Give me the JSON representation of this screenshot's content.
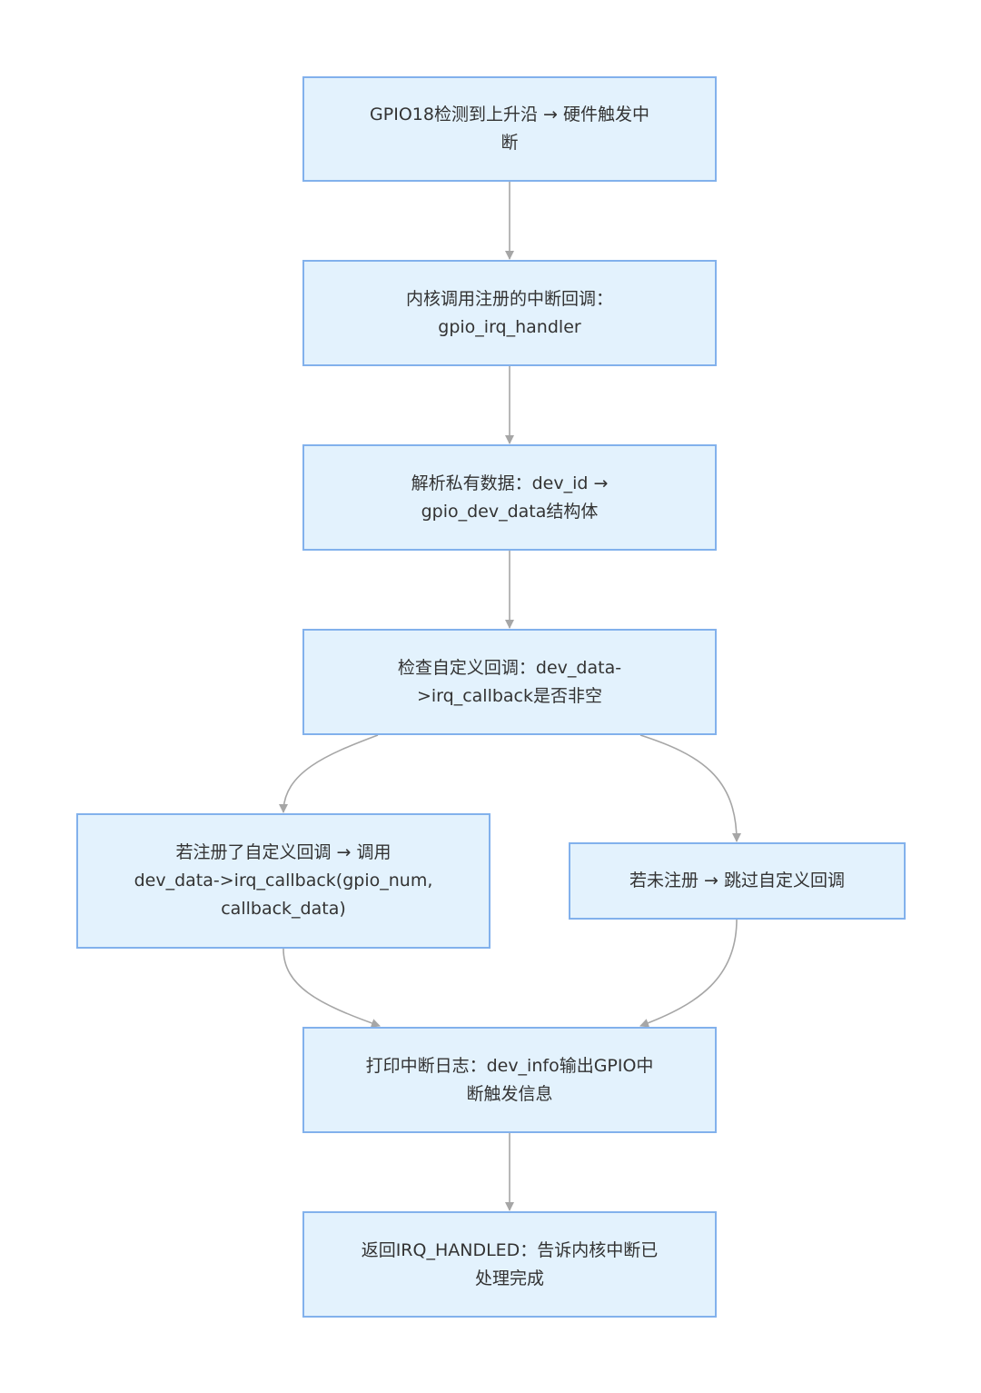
{
  "diagram": {
    "nodes": [
      {
        "id": "n1",
        "label": "GPIO18检测到上升沿 → 硬件触发中\n断"
      },
      {
        "id": "n2",
        "label": "内核调用注册的中断回调：\ngpio_irq_handler"
      },
      {
        "id": "n3",
        "label": "解析私有数据：dev_id →\ngpio_dev_data结构体"
      },
      {
        "id": "n4",
        "label": "检查自定义回调：dev_data-\n>irq_callback是否非空"
      },
      {
        "id": "n5",
        "label": "若注册了自定义回调 → 调用\ndev_data->irq_callback(gpio_num,\ncallback_data)"
      },
      {
        "id": "n6",
        "label": "若未注册 → 跳过自定义回调"
      },
      {
        "id": "n7",
        "label": "打印中断日志：dev_info输出GPIO中\n断触发信息"
      },
      {
        "id": "n8",
        "label": "返回IRQ_HANDLED：告诉内核中断已\n处理完成"
      }
    ],
    "edges": [
      {
        "from": "n1",
        "to": "n2"
      },
      {
        "from": "n2",
        "to": "n3"
      },
      {
        "from": "n3",
        "to": "n4"
      },
      {
        "from": "n4",
        "to": "n5"
      },
      {
        "from": "n4",
        "to": "n6"
      },
      {
        "from": "n5",
        "to": "n7"
      },
      {
        "from": "n6",
        "to": "n7"
      },
      {
        "from": "n7",
        "to": "n8"
      }
    ],
    "colors": {
      "node_fill": "#e3f2fd",
      "node_border": "#82b1ec",
      "edge": "#a6a6a6",
      "text": "#333333"
    }
  }
}
